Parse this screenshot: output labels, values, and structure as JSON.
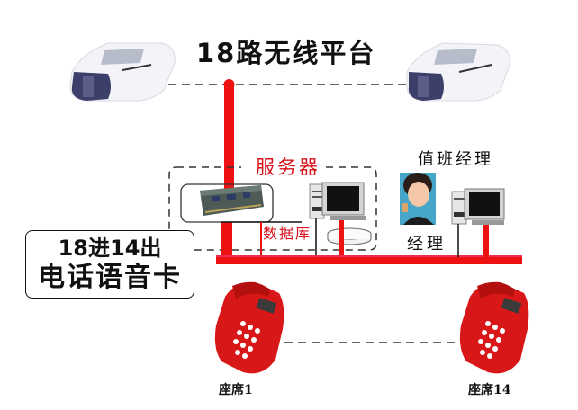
{
  "diagram": {
    "title": "18路无线平台",
    "server_label": "服务器",
    "database_label": "数据库",
    "duty_manager_label": "值班经理",
    "manager_label": "经理",
    "voice_card": {
      "line1": "18进14出",
      "line2": "电话语音卡"
    },
    "seats": [
      {
        "label": "座席1"
      },
      {
        "label": "座席14"
      }
    ],
    "nodes": [
      {
        "id": "wireless-gateway-left",
        "icon": "wireless-gateway-icon"
      },
      {
        "id": "wireless-gateway-right",
        "icon": "wireless-gateway-icon"
      },
      {
        "id": "voice-card",
        "icon": "pci-card-icon"
      },
      {
        "id": "server-pc",
        "icon": "desktop-computer-icon"
      },
      {
        "id": "database",
        "icon": "database-disk-icon"
      },
      {
        "id": "manager-photo",
        "icon": "person-headset-icon"
      },
      {
        "id": "manager-pc",
        "icon": "desktop-computer-icon"
      },
      {
        "id": "seat-phone-1",
        "icon": "telephone-icon"
      },
      {
        "id": "seat-phone-14",
        "icon": "telephone-icon"
      }
    ],
    "colors": {
      "link_red": "#ee1111",
      "server_text": "#d8101a",
      "phone_red": "#d81818",
      "dashed": "#333333"
    }
  }
}
